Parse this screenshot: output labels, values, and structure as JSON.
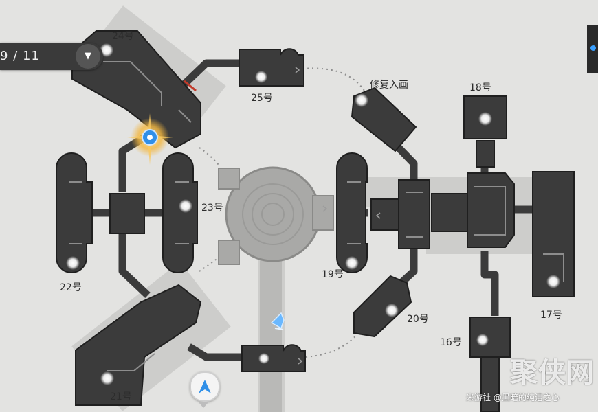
{
  "floor_selector": {
    "text": "9 / 11",
    "dropdown_icon": "triangle-down-icon"
  },
  "rooms": {
    "r24": "24号",
    "r25": "25号",
    "repair": "修复入画",
    "r18": "18号",
    "r23": "23号",
    "r22": "22号",
    "r19": "19号",
    "r20": "20号",
    "r17": "17号",
    "r16": "16号",
    "r21": "21号"
  },
  "icons": {
    "waypoint": "teleport-anchor-icon",
    "player": "player-arrow-icon",
    "compass": "compass-icon"
  },
  "colors": {
    "room": "#3b3b3b",
    "room_edge": "#1f1f1f",
    "background": "#e3e3e1",
    "accent": "#2f8fe8"
  },
  "watermark": {
    "big": "聚侠网",
    "small": "米游社 @黑暗的纯洁之心"
  }
}
